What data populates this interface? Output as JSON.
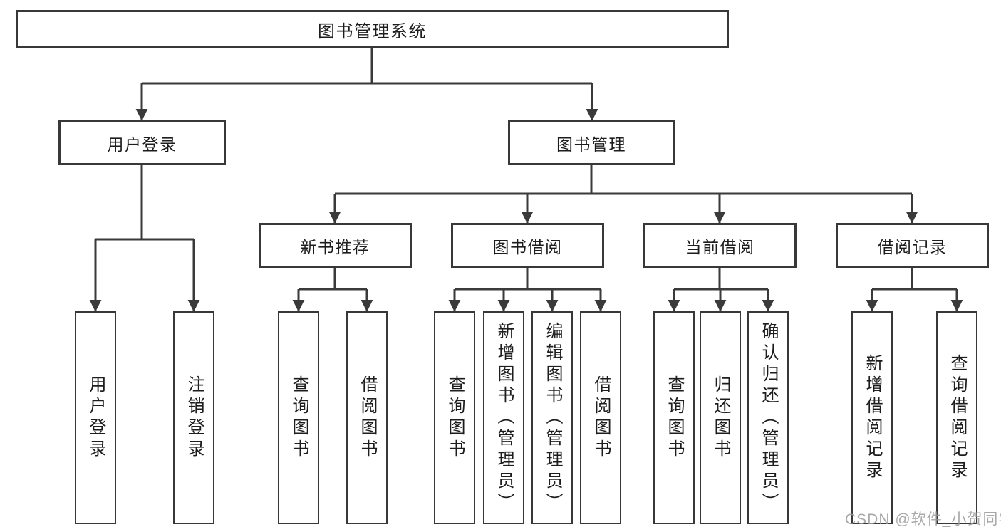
{
  "diagram": {
    "title": "图书管理系统",
    "watermark": "CSDN @软件_小贺同学",
    "colors": {
      "line": "#3a3a3a",
      "border": "#383838",
      "text": "#1d1d1d",
      "background": "#ffffff",
      "watermark": "#9a9a9a"
    },
    "level1": [
      {
        "label": "用户登录"
      },
      {
        "label": "图书管理"
      }
    ],
    "level2": [
      {
        "label": "新书推荐"
      },
      {
        "label": "图书借阅"
      },
      {
        "label": "当前借阅"
      },
      {
        "label": "借阅记录"
      }
    ],
    "leaves": {
      "user_login": "用户登录",
      "logout": "注销登录",
      "nb_query": "查询图书",
      "nb_borrow": "借阅图书",
      "bb_query": "查询图书",
      "bb_add": "新增图书（管理员）",
      "bb_edit": "编辑图书（管理员）",
      "bb_borrow": "借阅图书",
      "cb_query": "查询图书",
      "cb_return": "归还图书",
      "cb_confirm": "确认归还（管理员）",
      "br_add": "新增借阅记录",
      "br_query": "查询借阅记录"
    }
  }
}
